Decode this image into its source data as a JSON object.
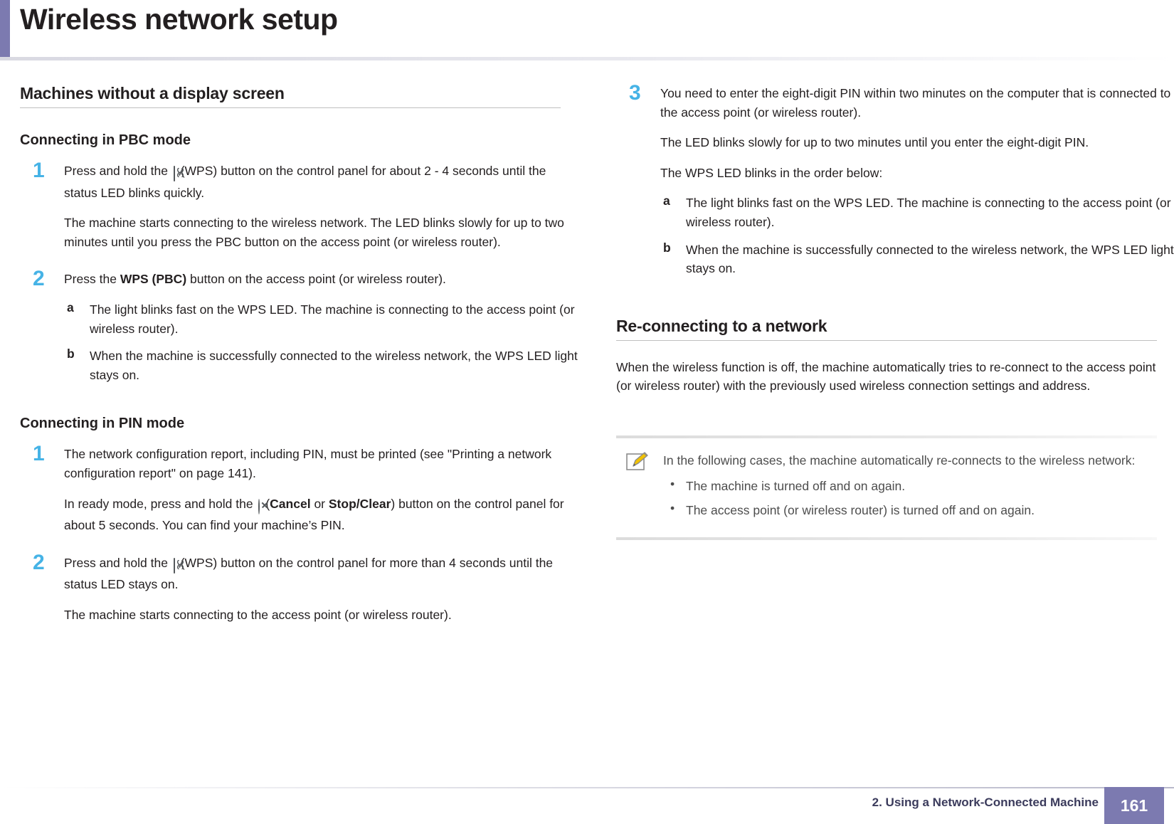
{
  "header": {
    "title": "Wireless network setup"
  },
  "left_column": {
    "section_title": "Machines without a display screen",
    "pbc": {
      "heading": "Connecting in PBC mode",
      "step1": {
        "number": "1",
        "p1_a": "Press and hold the",
        "p1_b": "(WPS) button on the control panel for about 2 - 4 seconds until the status LED blinks quickly.",
        "p2": "The machine starts connecting to the wireless network. The LED blinks slowly for up to two minutes until you press the PBC button on the access point (or wireless router)."
      },
      "step2": {
        "number": "2",
        "p1_a": "Press the",
        "p1_bold": "WPS (PBC)",
        "p1_b": "button on the access point (or wireless router).",
        "sub_a_letter": "a",
        "sub_a_text": "The light blinks fast on the WPS LED. The machine is connecting to the access point (or wireless router).",
        "sub_b_letter": "b",
        "sub_b_text": "When the machine is successfully connected to the wireless network, the WPS LED light stays on."
      }
    },
    "pin": {
      "heading": "Connecting in PIN mode",
      "step1": {
        "number": "1",
        "p1": "The network configuration report, including PIN, must be printed (see \"Printing a network configuration report\" on page 141).",
        "p2_a": "In ready mode, press and hold the",
        "p2_b": "(",
        "p2_bold1": "Cancel",
        "p2_c": "or",
        "p2_bold2": "Stop/Clear",
        "p2_d": ") button on the control panel for about 5 seconds. You can find your machine’s PIN."
      },
      "step2": {
        "number": "2",
        "p1_a": "Press and hold the",
        "p1_b": "(WPS) button on the control panel for more than 4 seconds until the status LED stays on.",
        "p2": "The machine starts connecting to the access point (or wireless router)."
      }
    }
  },
  "right_column": {
    "step3": {
      "number": "3",
      "p1": "You need to enter the eight-digit PIN within two minutes on the computer that is connected to the access point (or wireless router).",
      "p2": "The LED blinks slowly for up to two minutes until you enter the eight-digit PIN.",
      "p3": "The WPS LED blinks in the order below:",
      "sub_a_letter": "a",
      "sub_a_text": "The light blinks fast on the WPS LED. The machine is connecting to the access point (or wireless router).",
      "sub_b_letter": "b",
      "sub_b_text": "When the machine is successfully connected to the wireless network, the WPS LED light stays on."
    },
    "reconnect": {
      "heading": "Re-connecting to a network",
      "paragraph": "When the wireless function is off, the machine automatically tries to re-connect to the access point (or wireless router) with the previously used wireless connection settings and address."
    },
    "note": {
      "intro": "In the following cases, the machine automatically re-connects to the wireless network:",
      "bullet_marker": "•",
      "bullets": [
        "The machine is turned off and on again.",
        "The access point (or wireless router) is turned off and on again."
      ]
    }
  },
  "footer": {
    "chapter": "2.  Using a Network-Connected Machine",
    "page_number": "161"
  },
  "colors": {
    "step_number": "#46b3e6",
    "accent_bar": "#7c7ab0",
    "text": "#231f20",
    "note_text": "#4d4d4d"
  }
}
